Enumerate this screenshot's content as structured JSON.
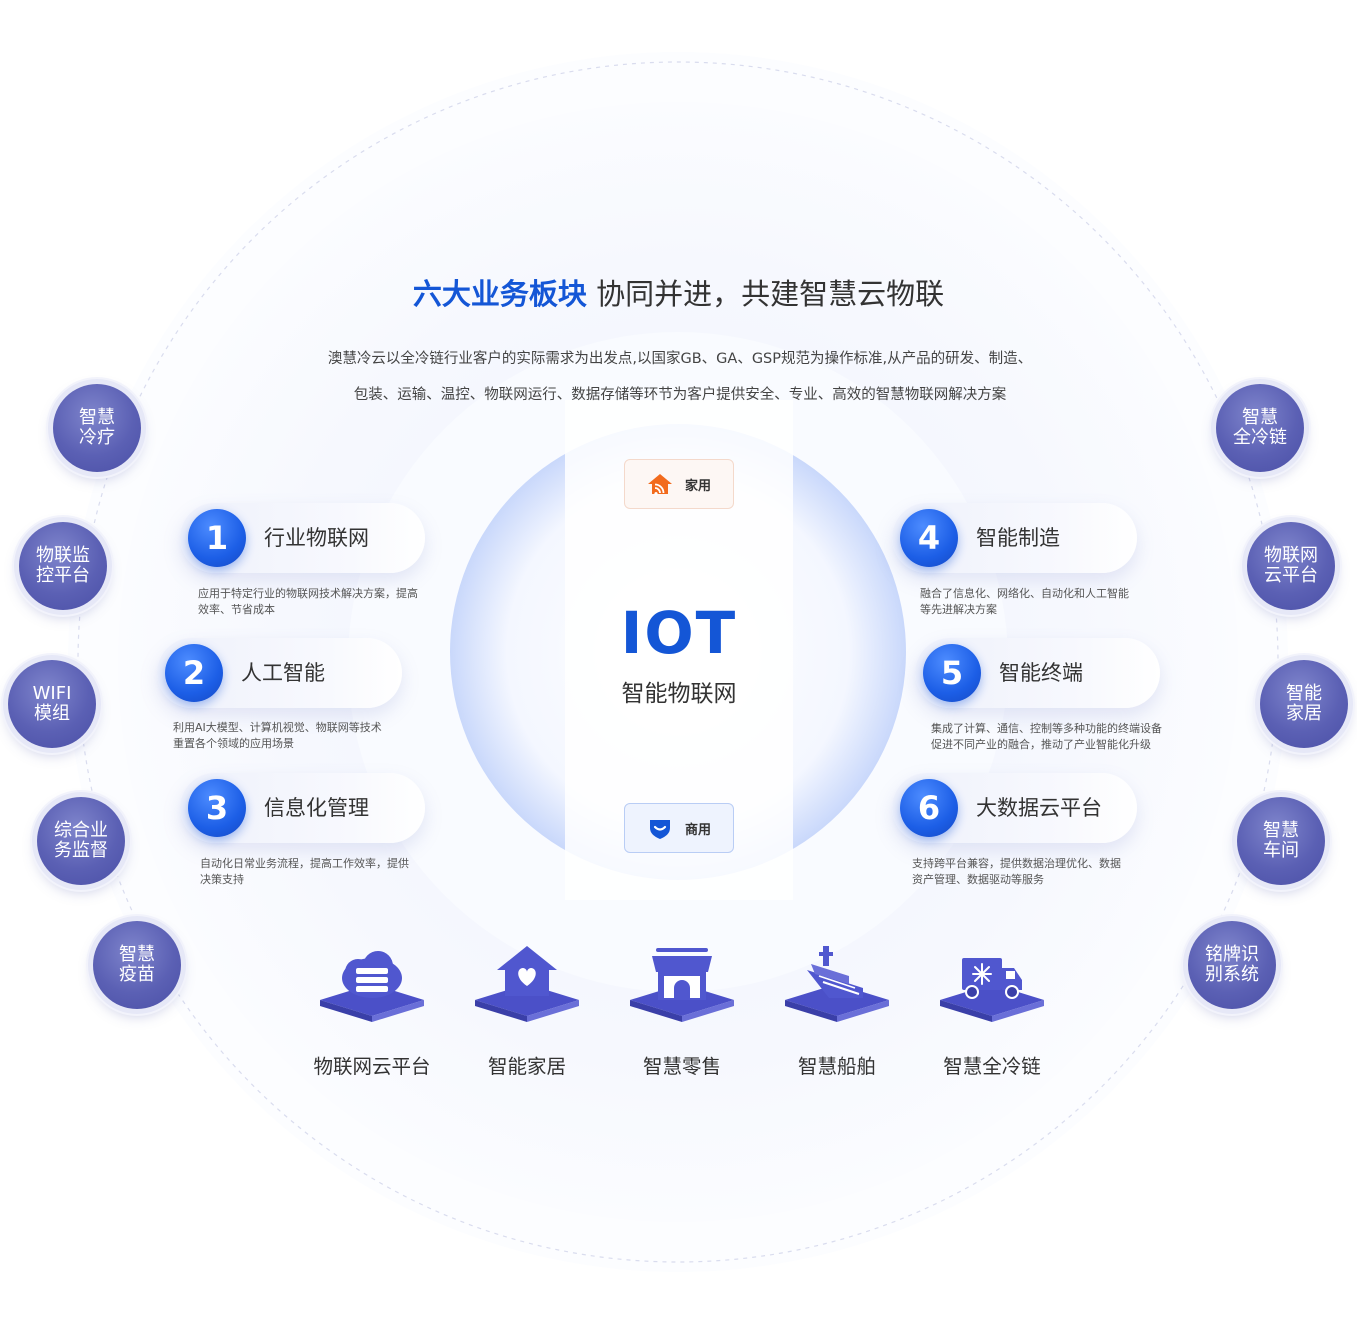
{
  "title": {
    "highlight": "六大业务板块",
    "rest": "协同并进，共建智慧云物联"
  },
  "description": {
    "line1": "澳慧冷云以全冷链行业客户的实际需求为出发点,以国家GB、GA、GSP规范为操作标准,从产品的研发、制造、",
    "line2": "包装、运输、温控、物联网运行、数据存储等环节为客户提供安全、专业、高效的智慧物联网解决方案"
  },
  "left_bubbles": [
    "智慧\n冷疗",
    "物联监\n控平台",
    "WIFI\n模组",
    "综合业\n务监督",
    "智慧\n疫苗"
  ],
  "right_bubbles": [
    "智慧\n全冷链",
    "物联网\n云平台",
    "智能\n家居",
    "智慧\n车间",
    "铭牌识\n别系统"
  ],
  "center": {
    "title": "IOT",
    "subtitle": "智能物联网",
    "home_tag": "家用",
    "commercial_tag": "商用"
  },
  "modules": [
    {
      "number": "1",
      "label": "行业物联网",
      "desc": "应用于特定行业的物联网技术解决方案，提高\n效率、节省成本"
    },
    {
      "number": "2",
      "label": "人工智能",
      "desc": "利用AI大模型、计算机视觉、物联网等技术\n重置各个领域的应用场景"
    },
    {
      "number": "3",
      "label": "信息化管理",
      "desc": "自动化日常业务流程，提高工作效率，提供\n决策支持"
    },
    {
      "number": "4",
      "label": "智能制造",
      "desc": "融合了信息化、网络化、自动化和人工智能\n等先进解决方案"
    },
    {
      "number": "5",
      "label": "智能终端",
      "desc": "集成了计算、通信、控制等多种功能的终端设备\n促进不同产业的融合，推动了产业智能化升级"
    },
    {
      "number": "6",
      "label": "大数据云平台",
      "desc": "支持跨平台兼容，提供数据治理优化、数据\n资产管理、数据驱动等服务"
    }
  ],
  "platforms": [
    {
      "label": "物联网云平台",
      "icon": "cloud-server-icon"
    },
    {
      "label": "智能家居",
      "icon": "house-heart-icon"
    },
    {
      "label": "智慧零售",
      "icon": "storefront-icon"
    },
    {
      "label": "智慧船舶",
      "icon": "ship-icon"
    },
    {
      "label": "智慧全冷链",
      "icon": "refrigerated-truck-icon"
    }
  ],
  "colors": {
    "accent_blue": "#1456d6",
    "bubble_purple": "#5b60b4",
    "icon_indigo": "#4b50c8",
    "home_orange": "#f26b1d"
  }
}
